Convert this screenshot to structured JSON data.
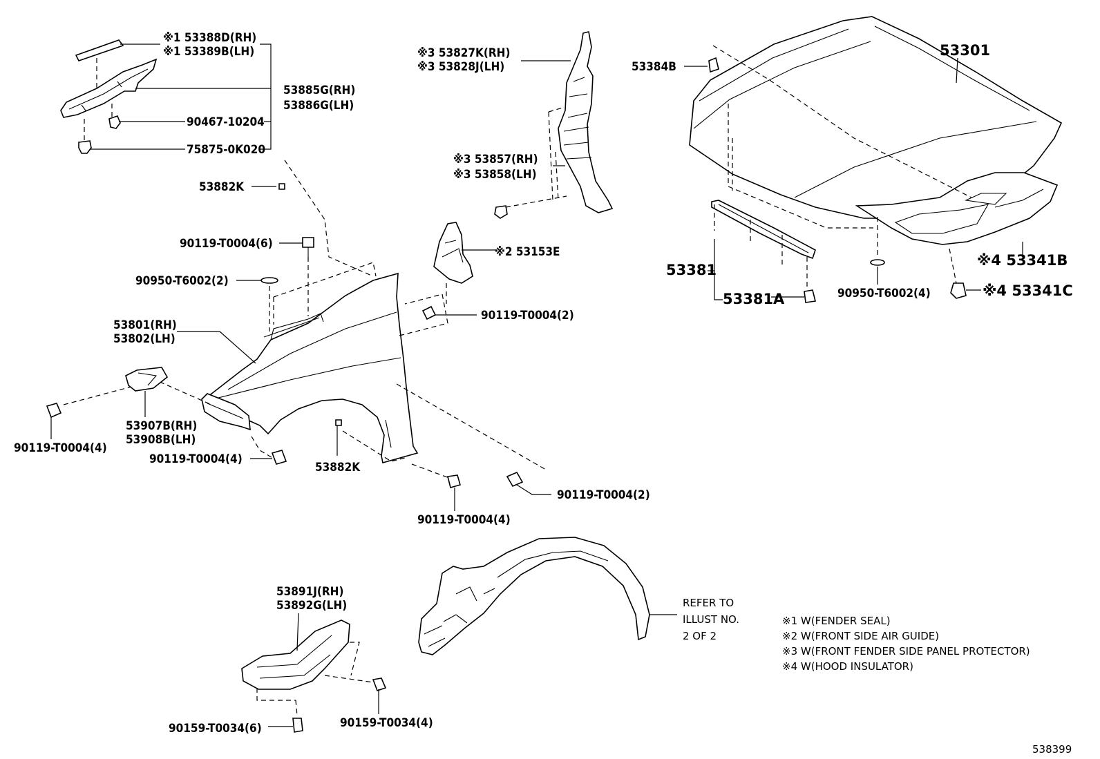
{
  "diagram_id": "538399",
  "labels": {
    "l53388D": "※1 53388D(RH)",
    "l53389B": "※1 53389B(LH)",
    "l53885G": "53885G(RH)",
    "l53886G": "53886G(LH)",
    "l90467": "90467-10204",
    "l75875": "75875-0K020",
    "l53882K_top": "53882K",
    "l90119_6": "90119-T0004(6)",
    "l90950_2": "90950-T6002(2)",
    "l53801": "53801(RH)",
    "l53802": "53802(LH)",
    "l53907B": "53907B(RH)",
    "l53908B": "53908B(LH)",
    "l90119_4_left": "90119-T0004(4)",
    "l90119_4_mid": "90119-T0004(4)",
    "l53882K_bot": "53882K",
    "l90119_4_bot": "90119-T0004(4)",
    "l90119_2_bot": "90119-T0004(2)",
    "l53827K": "※3 53827K(RH)",
    "l53828J": "※3 53828J(LH)",
    "l53857": "※3 53857(RH)",
    "l53858": "※3 53858(LH)",
    "l53153E": "※2 53153E",
    "l90119_2_mid": "90119-T0004(2)",
    "l53384B": "53384B",
    "l53301": "53301",
    "l53381": "53381",
    "l53381A": "53381A",
    "l90950_4": "90950-T6002(4)",
    "l53341B": "※4 53341B",
    "l53341C": "※4 53341C",
    "l53891J": "53891J(RH)",
    "l53892G": "53892G(LH)",
    "l90159_6": "90159-T0034(6)",
    "l90159_4": "90159-T0034(4)"
  },
  "refer_note": [
    "REFER TO",
    "ILLUST NO.",
    "2 OF 2"
  ],
  "legend": [
    "※1 W(FENDER SEAL)",
    "※2 W(FRONT SIDE AIR GUIDE)",
    "※3 W(FRONT FENDER SIDE PANEL PROTECTOR)",
    "※4 W(HOOD INSULATOR)"
  ]
}
